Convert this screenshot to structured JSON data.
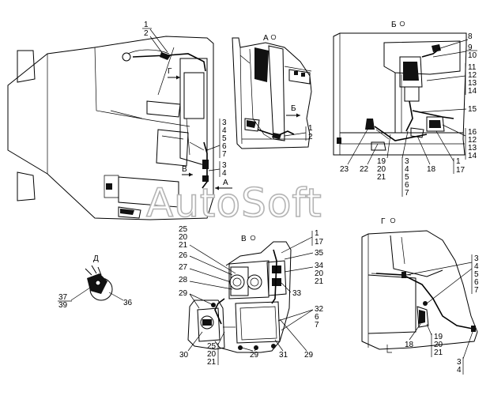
{
  "views": {
    "a": "А",
    "b": "Б",
    "v": "В",
    "g": "Г",
    "d": "Д"
  },
  "main_marks": {
    "g_arrow": "Г",
    "v_arrow": "В",
    "a_arrow": "А"
  },
  "view_a_marks": {
    "b_arrow": "Б"
  },
  "watermark": "AutoSoft",
  "callouts": {
    "main_1": "1",
    "main_2": "2",
    "main_3a": "3",
    "main_4a": "4",
    "main_5": "5",
    "main_6": "6",
    "main_7": "7",
    "main_3b": "3",
    "main_4b": "4",
    "a_1": "1",
    "a_2": "2",
    "b_8": "8",
    "b_9": "9",
    "b_10": "10",
    "b_11": "11",
    "b_12": "12",
    "b_13": "13",
    "b_14": "14",
    "b_15": "15",
    "b_16": "16",
    "b_12b": "12",
    "b_13b": "13",
    "b_14b": "14",
    "b_23": "23",
    "b_22": "22",
    "b_19": "19",
    "b_20": "20",
    "b_21": "21",
    "b_3": "3",
    "b_4": "4",
    "b_5": "5",
    "b_6": "6",
    "b_7": "7",
    "b_18": "18",
    "b_1": "1",
    "b_17": "17",
    "v_25": "25",
    "v_20": "20",
    "v_21": "21",
    "v_26": "26",
    "v_27": "27",
    "v_28": "28",
    "v_29a": "29",
    "v_1": "1",
    "v_17": "17",
    "v_35": "35",
    "v_34": "34",
    "v_20b": "20",
    "v_21b": "21",
    "v_33": "33",
    "v_32": "32",
    "v_6": "6",
    "v_7": "7",
    "v_30": "30",
    "v_25b": "25",
    "v_20c": "20",
    "v_21c": "21",
    "v_29b": "29",
    "v_31": "31",
    "v_29c": "29",
    "d_37": "37",
    "d_39": "39",
    "d_36": "36",
    "g_3": "3",
    "g_4": "4",
    "g_5": "5",
    "g_6": "6",
    "g_7": "7",
    "g_18": "18",
    "g_19": "19",
    "g_20": "20",
    "g_21": "21",
    "g_3b": "3",
    "g_4b": "4"
  }
}
